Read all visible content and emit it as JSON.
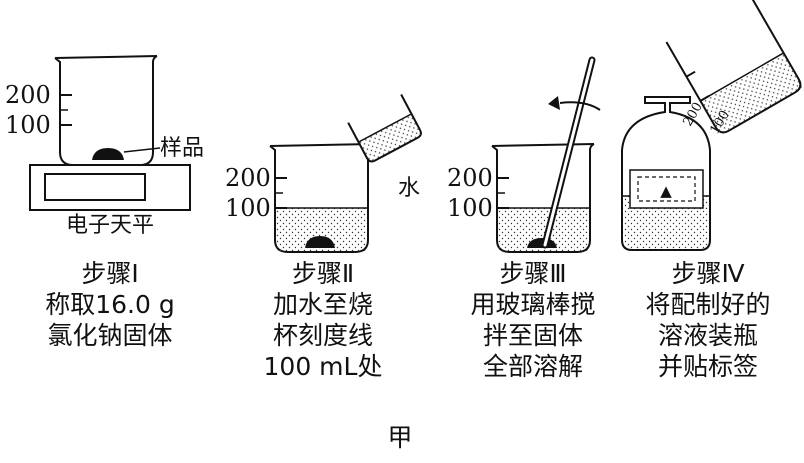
{
  "steps": [
    {
      "title": "步骤Ⅰ",
      "lines": [
        "称取16.0 g",
        "氯化钠固体"
      ],
      "scale_marks": [
        "200",
        "100"
      ],
      "sample_label": "样品",
      "balance_label": "电子天平"
    },
    {
      "title": "步骤Ⅱ",
      "lines": [
        "加水至烧",
        "杯刻度线",
        "100 mL处"
      ],
      "scale_marks": [
        "200",
        "100"
      ],
      "water_label": "水"
    },
    {
      "title": "步骤Ⅲ",
      "lines": [
        "用玻璃棒搅",
        "拌至固体",
        "全部溶解"
      ],
      "scale_marks": [
        "200",
        "100"
      ]
    },
    {
      "title": "步骤Ⅳ",
      "lines": [
        "将配制好的",
        "溶液装瓶",
        "并贴标签"
      ],
      "scale_marks": [
        "200",
        "100"
      ],
      "label_mark": "▲"
    }
  ],
  "figure_label": "甲",
  "colors": {
    "ink": "#111111",
    "background": "#ffffff"
  }
}
